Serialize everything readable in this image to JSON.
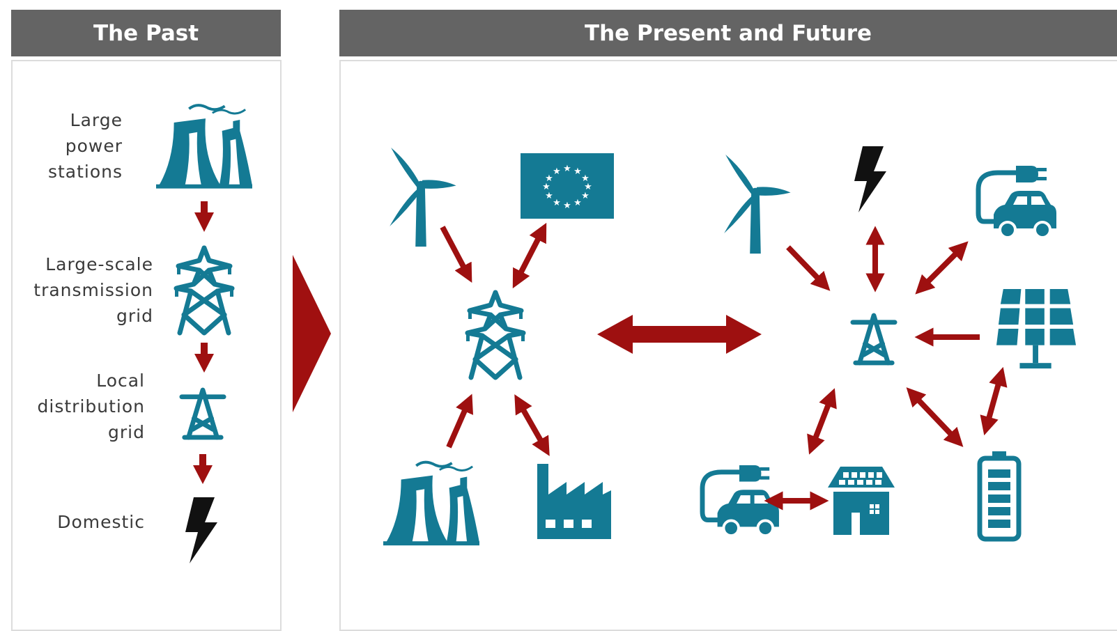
{
  "headers": {
    "past": "The Past",
    "future": "The Present and Future"
  },
  "past_chain": {
    "large_power_stations": "Large\npower\nstations",
    "transmission_grid": "Large-scale\ntransmission\ngrid",
    "distribution_grid": "Local\ndistribution\ngrid",
    "domestic": "Domestic"
  },
  "colors": {
    "icon_teal": "#147a94",
    "arrow_red": "#9e1010",
    "header_gray": "#646464",
    "lightning_black": "#111111"
  },
  "icons": {
    "past": [
      "power-station-icon",
      "transmission-tower-icon",
      "distribution-pylon-icon",
      "lightning-bolt-icon"
    ],
    "future": [
      "wind-turbine-icon",
      "eu-flag-icon",
      "transmission-tower-icon",
      "power-station-icon",
      "factory-icon",
      "wind-turbine-icon",
      "lightning-bolt-icon",
      "electric-car-icon",
      "solar-panel-icon",
      "battery-icon",
      "house-solar-icon",
      "electric-car-icon",
      "distribution-pylon-icon"
    ]
  }
}
